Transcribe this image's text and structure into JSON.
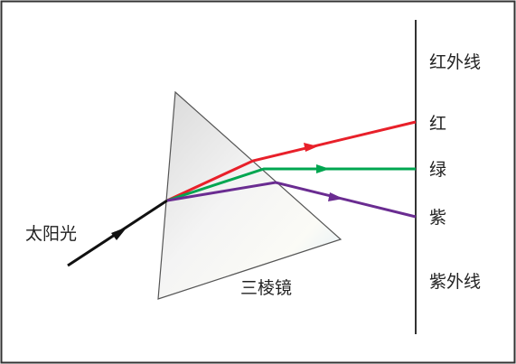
{
  "labels": {
    "sunlight": "太阳光",
    "prism": "三棱镜",
    "infrared": "红外线",
    "red": "红",
    "green": "绿",
    "violet": "紫",
    "ultraviolet": "紫外线"
  },
  "colors": {
    "border": "#333333",
    "screen": "#333333",
    "sunlight_ray": "#111111",
    "red_ray": "#e8202a",
    "green_ray": "#00a650",
    "violet_ray": "#6a2c91"
  }
}
